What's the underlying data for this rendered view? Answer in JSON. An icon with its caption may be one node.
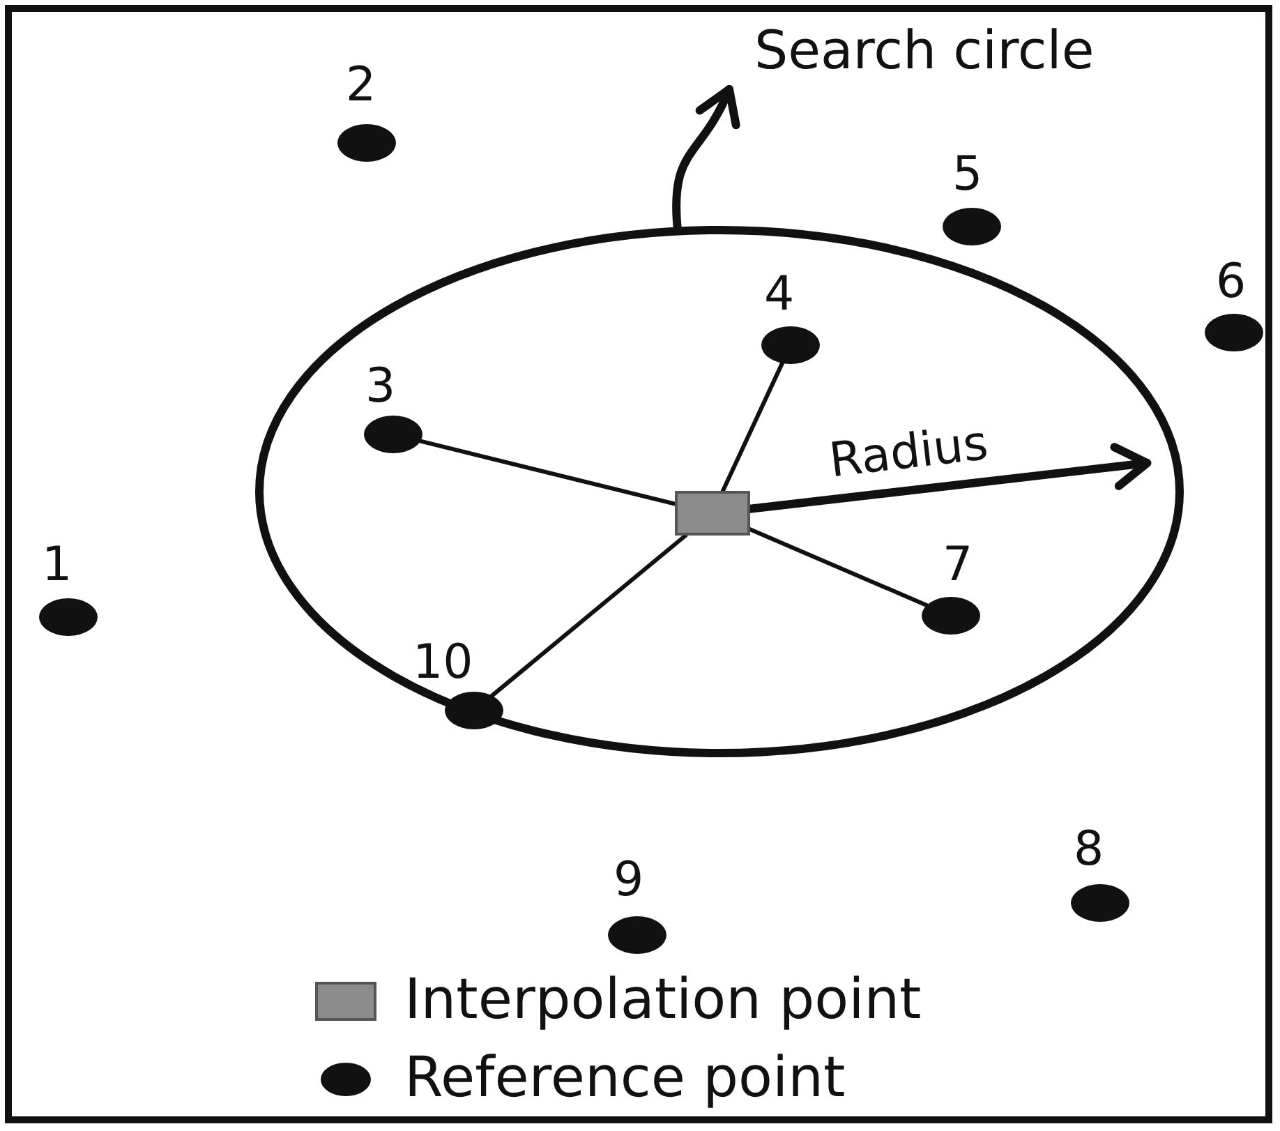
{
  "diagram": {
    "nodes": [
      {
        "text": [
          "Search circle"
        ]
      },
      {
        "text": [],
        "shape": "circle"
      },
      {
        "text": [],
        "shape": "circle",
        "beside": [
          "1"
        ]
      },
      {
        "text": [],
        "shape": "circle",
        "beside": [
          "2"
        ]
      },
      {
        "text": [],
        "shape": "circle",
        "beside": [
          "3"
        ],
        "in": 1
      },
      {
        "text": [],
        "shape": "circle",
        "beside": [
          "4"
        ],
        "in": 1
      },
      {
        "text": [],
        "shape": "circle",
        "beside": [
          "5"
        ]
      },
      {
        "text": [],
        "shape": "circle",
        "beside": [
          "6"
        ]
      },
      {
        "text": [],
        "shape": "circle",
        "beside": [
          "7"
        ],
        "in": 1
      },
      {
        "text": [],
        "shape": "circle",
        "beside": [
          "8"
        ]
      },
      {
        "text": [],
        "shape": "circle",
        "beside": [
          "9"
        ]
      },
      {
        "text": [],
        "shape": "circle",
        "beside": [
          "10"
        ],
        "in": 1
      },
      {
        "text": [],
        "shape": "box",
        "in": 1
      }
    ],
    "edges": [
      {
        "from": 1,
        "to": 0,
        "arrow": "to",
        "style": "thick"
      },
      {
        "from": 12,
        "to": 1,
        "arrow": "to",
        "label": "Radius",
        "style": "thick"
      },
      {
        "from": 12,
        "to": 4,
        "arrow": "none"
      },
      {
        "from": 12,
        "to": 5,
        "arrow": "none"
      },
      {
        "from": 12,
        "to": 8,
        "arrow": "none"
      },
      {
        "from": 12,
        "to": 11,
        "arrow": "none"
      }
    ],
    "legend": [
      {
        "text": "Interpolation point"
      },
      {
        "text": "Reference point"
      }
    ]
  }
}
